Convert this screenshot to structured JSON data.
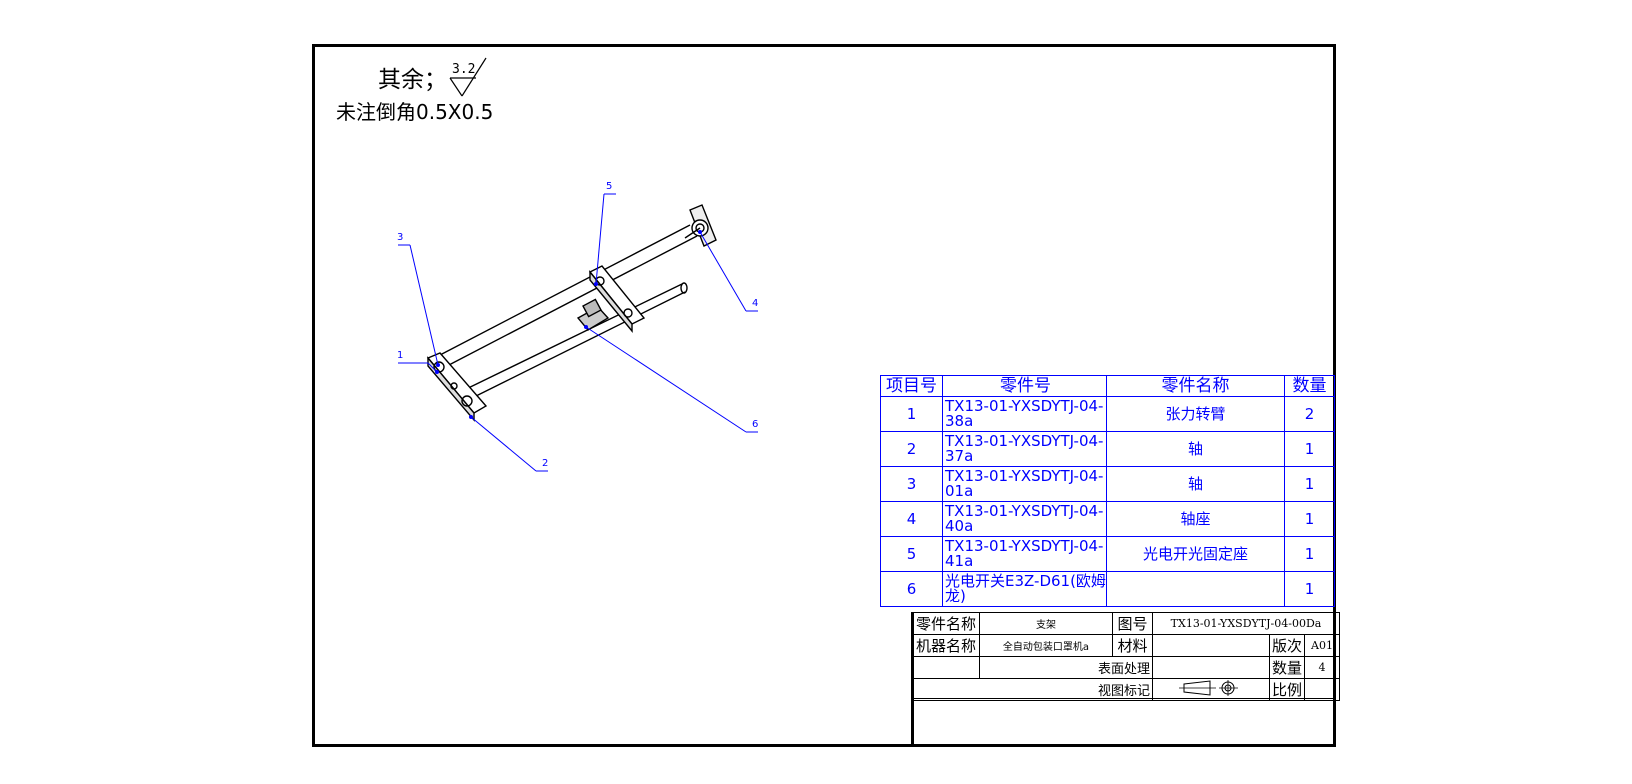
{
  "notes": {
    "other_surfaces_label": "其余；",
    "roughness_value": "3.2",
    "chamfer_note": "未注倒角0.5X0.5"
  },
  "callouts": [
    "1",
    "2",
    "3",
    "4",
    "5",
    "6"
  ],
  "bom": {
    "headers": [
      "项目号",
      "零件号",
      "零件名称",
      "数量"
    ],
    "rows": [
      {
        "item": "1",
        "part_no": "TX13-01-YXSDYTJ-04-38a",
        "name": "张力转臂",
        "qty": "2"
      },
      {
        "item": "2",
        "part_no": "TX13-01-YXSDYTJ-04-37a",
        "name": "轴",
        "qty": "1"
      },
      {
        "item": "3",
        "part_no": "TX13-01-YXSDYTJ-04-01a",
        "name": "轴",
        "qty": "1"
      },
      {
        "item": "4",
        "part_no": "TX13-01-YXSDYTJ-04-40a",
        "name": "轴座",
        "qty": "1"
      },
      {
        "item": "5",
        "part_no": "TX13-01-YXSDYTJ-04-41a",
        "name": "光电开光固定座",
        "qty": "1"
      },
      {
        "item": "6",
        "part_no": "光电开关E3Z-D61(欧姆龙)",
        "name": "",
        "qty": "1"
      }
    ]
  },
  "title_block": {
    "part_name_label": "零件名称",
    "part_name_value": "支架",
    "drawing_no_label": "图号",
    "drawing_no_value": "TX13-01-YXSDYTJ-04-00Da",
    "machine_name_label": "机器名称",
    "machine_name_value": "全自动包装口罩机a",
    "material_label": "材料",
    "material_value": "",
    "revision_label": "版次",
    "revision_value": "A01",
    "surface_treatment_label": "表面处理",
    "quantity_label": "数量",
    "quantity_value": "4",
    "view_mark_label": "视图标记",
    "scale_label": "比例",
    "scale_value": ""
  }
}
